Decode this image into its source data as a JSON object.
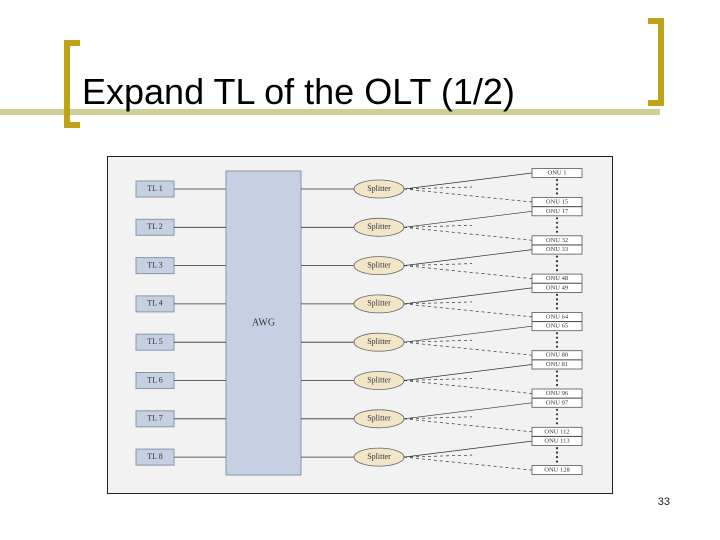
{
  "slide": {
    "title": "Expand TL of the OLT (1/2)",
    "page_number": "33",
    "accent_color": "#c0a418",
    "band_color": "#cfcf98"
  },
  "diagram": {
    "awg_label": "AWG",
    "tl_labels": [
      "TL 1",
      "TL 2",
      "TL 3",
      "TL 4",
      "TL 5",
      "TL 6",
      "TL 7",
      "TL 8"
    ],
    "splitter_label": "Splitter",
    "onu_labels": [
      [
        "ONU 1",
        "ONU 15"
      ],
      [
        "ONU 17",
        "ONU 32"
      ],
      [
        "ONU 33",
        "ONU 48"
      ],
      [
        "ONU 49",
        "ONU 64"
      ],
      [
        "ONU 65",
        "ONU 80"
      ],
      [
        "ONU 81",
        "ONU 96"
      ],
      [
        "ONU 97",
        "ONU 112"
      ],
      [
        "ONU 113",
        "ONU 128"
      ]
    ],
    "colors": {
      "awg_fill": "#c5d0e3",
      "tl_fill": "#c5d0e3",
      "splitter_fill": "#f3e6c8",
      "onu_fill": "#ffffff",
      "line": "#333333",
      "background": "#f2f2f2"
    }
  }
}
